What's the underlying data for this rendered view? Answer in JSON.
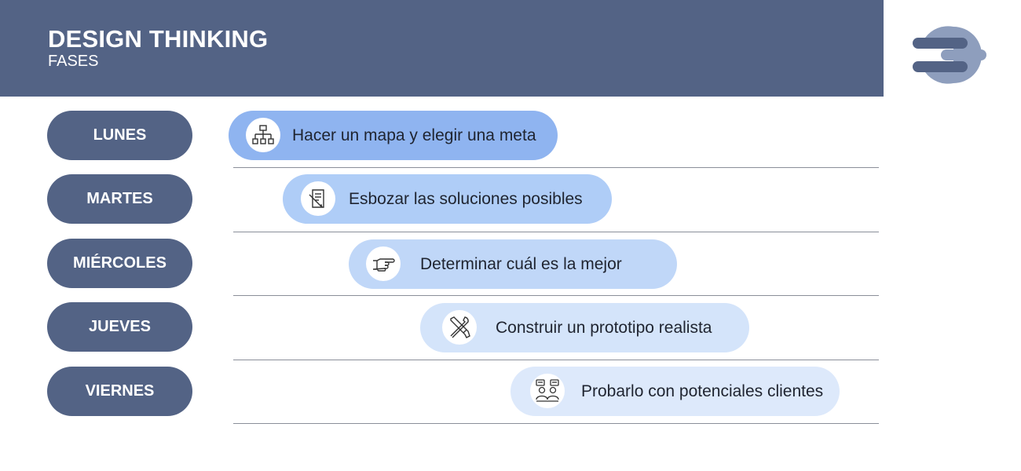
{
  "header": {
    "title": "DESIGN THINKING",
    "subtitle": "FASES"
  },
  "colors": {
    "header_bg": "#536385",
    "day_pill_bg": "#536385",
    "logo_dark": "#536385",
    "logo_light": "#8e9ebd"
  },
  "days": [
    {
      "label": "LUNES"
    },
    {
      "label": "MARTES"
    },
    {
      "label": "MIÉRCOLES"
    },
    {
      "label": "JUEVES"
    },
    {
      "label": "VIERNES"
    }
  ],
  "phases": [
    {
      "label": "Hacer un mapa y elegir una meta",
      "icon": "sitemap-icon",
      "color": "#8fb4f0"
    },
    {
      "label": "Esbozar las soluciones posibles",
      "icon": "sketch-document-icon",
      "color": "#afcdf7"
    },
    {
      "label": "Determinar cuál es la mejor",
      "icon": "pointing-hand-icon",
      "color": "#c0d7f8"
    },
    {
      "label": "Construir un prototipo realista",
      "icon": "tools-icon",
      "color": "#d4e4fa"
    },
    {
      "label": "Probarlo con potenciales clientes",
      "icon": "user-testing-icon",
      "color": "#dde9fb"
    }
  ]
}
